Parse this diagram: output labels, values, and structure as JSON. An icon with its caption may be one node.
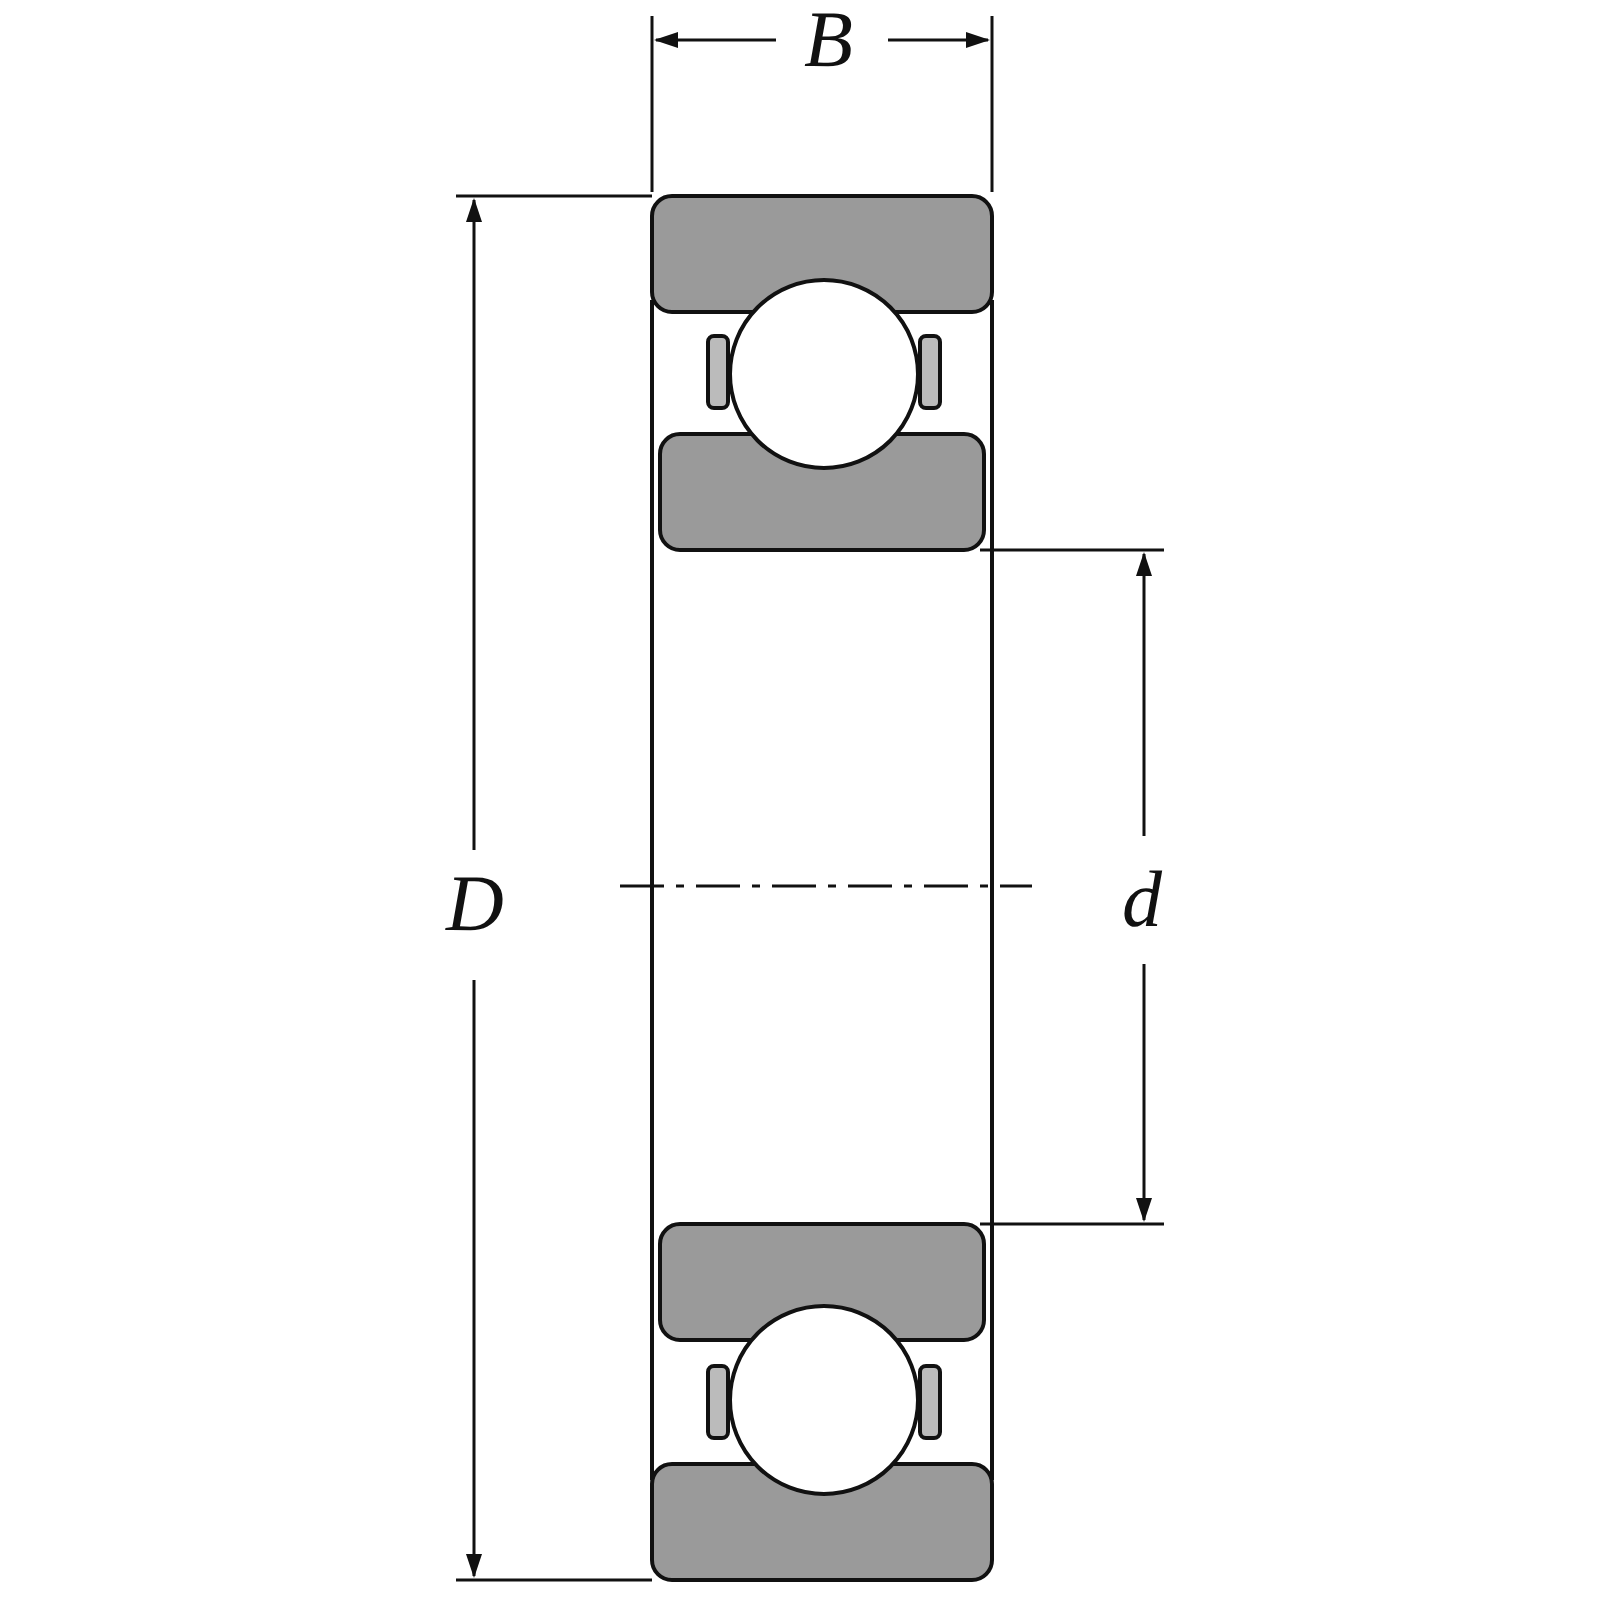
{
  "diagram": {
    "labels": [
      "B",
      "D",
      "d"
    ]
  }
}
